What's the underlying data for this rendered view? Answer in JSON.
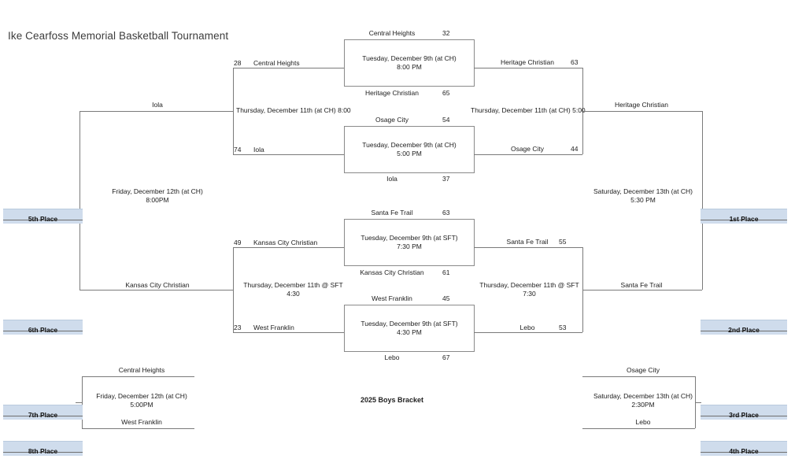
{
  "page": {
    "title": "Ike Cearfoss Memorial Basketball Tournament",
    "center_label": "2025 Boys Bracket",
    "accent_color": "#cfdcec",
    "line_color": "#7a7a7a"
  },
  "quarterfinals": {
    "qf1": {
      "top_team": "Central Heights",
      "top_score": "32",
      "bottom_team": "Heritage Christian",
      "bottom_score": "65",
      "info_line1": "Tuesday, December 9th (at CH)",
      "info_line2": "8:00 PM"
    },
    "qf2": {
      "top_team": "Osage City",
      "top_score": "54",
      "bottom_team": "Iola",
      "bottom_score": "37",
      "info_line1": "Tuesday, December 9th (at CH)",
      "info_line2": "5:00 PM"
    },
    "qf3": {
      "top_team": "Santa Fe Trail",
      "top_score": "63",
      "bottom_team": "Kansas City Christian",
      "bottom_score": "61",
      "info_line1": "Tuesday, December 9th (at SFT)",
      "info_line2": "7:30 PM"
    },
    "qf4": {
      "top_team": "West Franklin",
      "top_score": "45",
      "bottom_team": "Lebo",
      "bottom_score": "67",
      "info_line1": "Tuesday, December 9th (at SFT)",
      "info_line2": "4:30 PM"
    }
  },
  "seeds": {
    "central_heights": {
      "seed": "28",
      "team": "Central Heights"
    },
    "iola": {
      "seed": "74",
      "team": "Iola"
    },
    "kansas_city_christian": {
      "seed": "49",
      "team": "Kansas City Christian"
    },
    "west_franklin": {
      "seed": "23",
      "team": "West Franklin"
    }
  },
  "semifinals": {
    "upper": {
      "top_team": "Heritage Christian",
      "top_score": "63",
      "bottom_team": "Osage City",
      "bottom_score": "44",
      "info": "Thursday, December 11th (at CH) 5:00",
      "winner": "Heritage Christian"
    },
    "lower": {
      "top_team": "Santa Fe Trail",
      "top_score": "55",
      "bottom_team": "Lebo",
      "bottom_score": "53",
      "info_line1": "Thursday, December 11th @ SFT",
      "info_line2": "7:30",
      "winner": "Santa Fe Trail"
    }
  },
  "consolation_semis": {
    "upper": {
      "info": "Thursday, December 11th (at CH) 8:00"
    },
    "lower": {
      "info_line1": "Thursday, December 11th @ SFT",
      "info_line2": "4:30"
    }
  },
  "championship": {
    "top_team": "Heritage Christian",
    "bottom_team": "Santa Fe Trail",
    "info_line1": "Saturday, December 13th (at CH)",
    "info_line2": "5:30 PM"
  },
  "fifth_place_game": {
    "top_team": "Iola",
    "bottom_team": "Kansas City Christian",
    "info_line1": "Friday, December 12th (at CH)",
    "info_line2": "8:00PM"
  },
  "third_place_game": {
    "top_team": "Osage City",
    "bottom_team": "Lebo",
    "info_line1": "Saturday, December 13th (at CH)",
    "info_line2": "2:30PM"
  },
  "seventh_place_game": {
    "top_team": "Central Heights",
    "bottom_team": "West Franklin",
    "info_line1": "Friday, December 12th (at CH)",
    "info_line2": "5:00PM"
  },
  "placements": {
    "first": "1st Place",
    "second": "2nd Place",
    "third": "3rd Place",
    "fourth": "4th Place",
    "fifth": "5th Place",
    "sixth": "6th Place",
    "seventh": "7th Place",
    "eighth": "8th Place"
  }
}
